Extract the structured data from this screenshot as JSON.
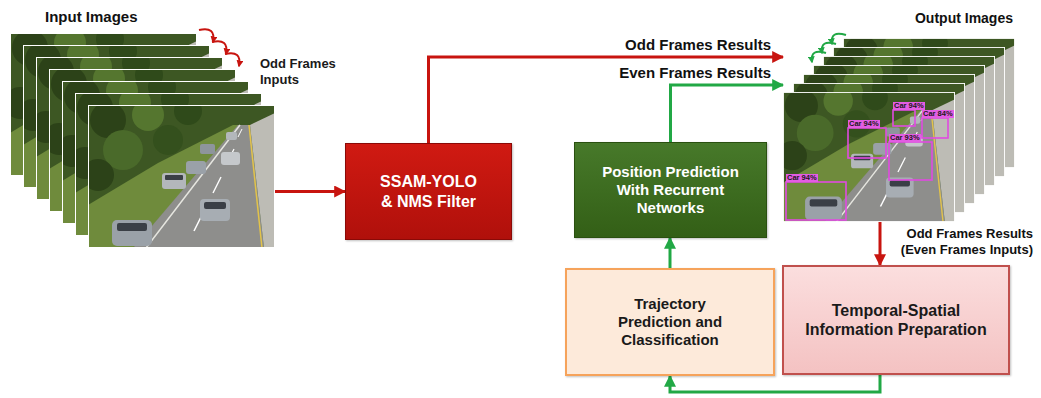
{
  "diagram": {
    "nodes": [
      {
        "text": [
          "Input Images"
        ]
      },
      {
        "text": [
          "SSAM-YOLO & NMS Filter"
        ]
      },
      {
        "text": [
          "Output Images"
        ]
      },
      {
        "text": [
          "Temporal-Spatial Information Preparation"
        ]
      },
      {
        "text": [
          "Trajectory Prediction and Classification"
        ]
      },
      {
        "text": [
          "Position Prediction With Recurrent Networks"
        ]
      }
    ],
    "edges": [
      {
        "from": 0,
        "to": 1,
        "arrow": "to"
      },
      {
        "from": 1,
        "to": 2,
        "label": "Odd Frames Results",
        "arrow": "to"
      },
      {
        "from": 2,
        "to": 3,
        "label": "Odd Frames Results (Even Frames Inputs)",
        "arrow": "to"
      },
      {
        "from": 3,
        "to": 4,
        "arrow": "to"
      },
      {
        "from": 4,
        "to": 5,
        "arrow": "to"
      },
      {
        "from": 5,
        "to": 2,
        "label": "Even Frames Results",
        "arrow": "to"
      }
    ],
    "labels": [
      "Odd Frames Inputs",
      "Car 94%",
      "Car 84%",
      "Car 94%",
      "Car 93%",
      "Car 94%"
    ]
  }
}
